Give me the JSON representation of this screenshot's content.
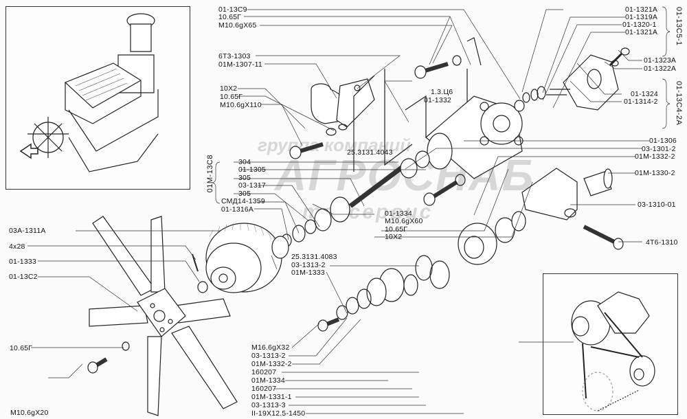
{
  "diagram": {
    "title": "",
    "watermark": {
      "line1": "группа компаний",
      "line2": "АГРОСНАБ",
      "line3": "техсервис"
    },
    "insets": {
      "engine": "engine-overview",
      "belt_drive": "belt-drive-overview"
    },
    "groups": {
      "g1": "01-13С5-1",
      "g2": "01-13С4-2А",
      "g3": "01М-13С8"
    },
    "labels": {
      "top_left": [
        "01-13С9",
        "10.65Г",
        "М10.6gХ65"
      ],
      "thermostat": [
        "6Т3-1303",
        "01М-1307-11"
      ],
      "bolt_left": [
        "10Х2",
        "10.65Г",
        "М10.6gХ110"
      ],
      "nipple": [
        "1.3.Ц6",
        "01-1332"
      ],
      "right_top": [
        "01-1321А",
        "01-1319А",
        "01-1320-1",
        "01-1321А"
      ],
      "right_mid": [
        "01-1323А",
        "01-1322А"
      ],
      "right_mid2": [
        "01-1324",
        "01-1314-2"
      ],
      "right_lower": [
        "01-1306",
        "03-1301-2",
        "01М-1332-2"
      ],
      "right_parts": [
        "01М-1330-2",
        "03-1310-01",
        "4Т6-1310"
      ],
      "shaft_group": [
        "304",
        "01-1305",
        "305",
        "03-1317",
        "305",
        "СМД14-1359",
        "01-1316А"
      ],
      "bearing_top": "25.3131.4043",
      "center_small": [
        "01-1334",
        "М10.6gХ60",
        "10.65Г",
        "10Х2"
      ],
      "pulley_group": [
        "25.3131.4083",
        "03-1313-2",
        "01М-1333"
      ],
      "left_fan": [
        "03А-1311А",
        "4х28",
        "01-1333",
        "01-13С2"
      ],
      "left_bottom": [
        "10.65Г",
        "М10.6gХ20"
      ],
      "bottom_list": [
        "М16.6gХ32",
        "03-1313-2",
        "01М-1332-2",
        "160207",
        "01М-1334",
        "160207",
        "01М-1331-1",
        "03-1313-3",
        "II-19Х12.5-1450"
      ]
    }
  }
}
